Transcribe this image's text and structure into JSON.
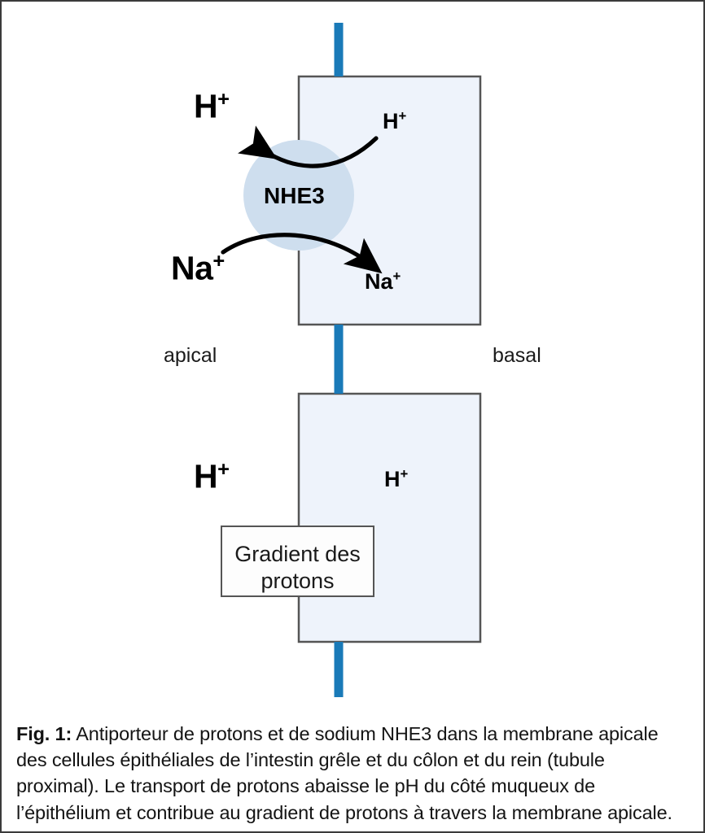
{
  "figure": {
    "label": "Fig. 1:",
    "caption": "Antiporteur de protons et de sodium NHE3 dans la membrane apicale des cellules épithéliales de l’intestin grêle et du côlon et du rein (tubule proximal). Le transport de protons abaisse le pH du côté muqueux de l’épithélium et contribue au gradient de protons à travers la membrane apicale."
  },
  "diagram": {
    "transporter": {
      "name": "NHE3"
    },
    "sides": {
      "apical": "apical",
      "basal": "basal"
    },
    "upper_cell": {
      "outside_proton": "H",
      "outside_proton_charge": "+",
      "inside_proton": "H",
      "inside_proton_charge": "+",
      "outside_sodium": "Na",
      "outside_sodium_charge": "+",
      "inside_sodium": "Na",
      "inside_sodium_charge": "+"
    },
    "lower_cell": {
      "outside_proton": "H",
      "outside_proton_charge": "+",
      "inside_proton": "H",
      "inside_proton_charge": "+",
      "gradient_box_line1": "Gradient des",
      "gradient_box_line2": "protons"
    },
    "colors": {
      "membrane_line": "#1a7ab8",
      "cell_fill": "#eef3fb",
      "cell_stroke": "#555555",
      "transporter_fill": "#cedeee",
      "arrow": "#000000",
      "frame": "#3b3b3b"
    }
  }
}
